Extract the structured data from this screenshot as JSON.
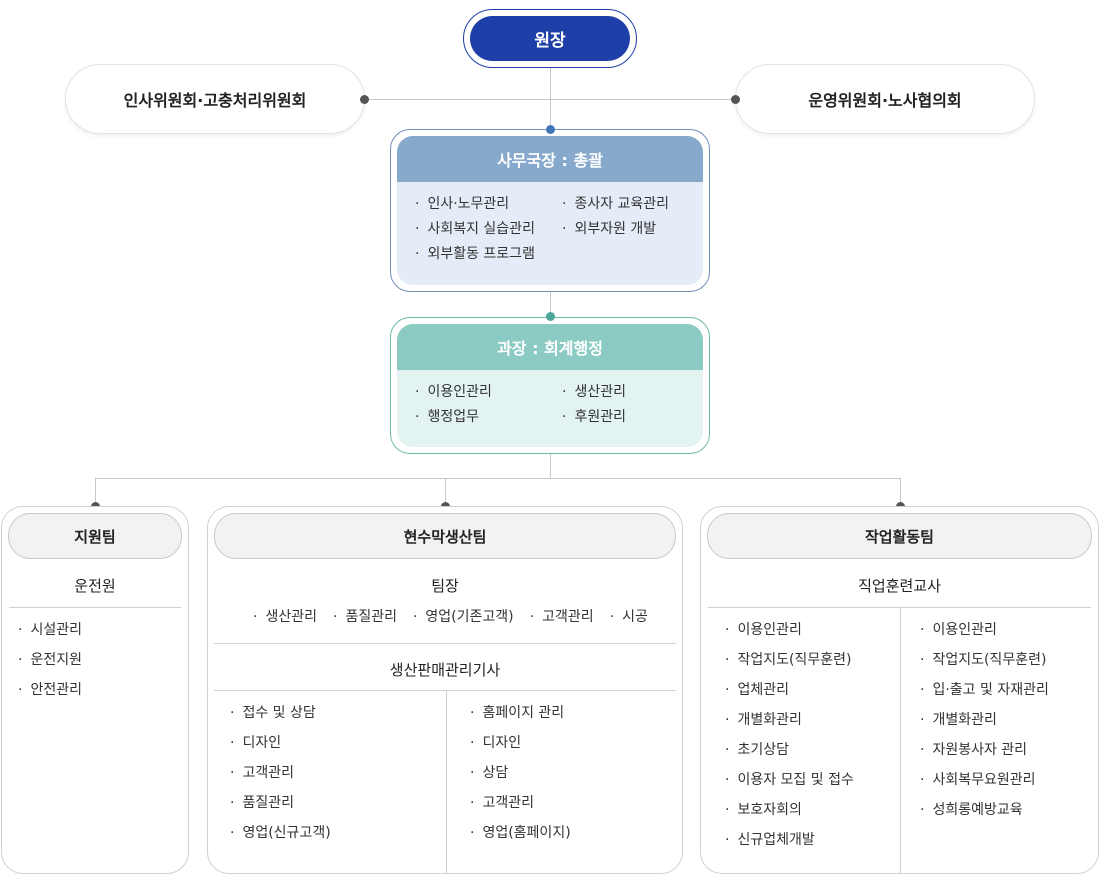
{
  "director": "원장",
  "left_committee": "인사위원회·고충처리위원회",
  "right_committee": "운영위원회·노사협의회",
  "secretary": {
    "title": "사무국장 : 총괄",
    "col1": [
      "인사·노무관리",
      "사회복지 실습관리",
      "외부활동 프로그램"
    ],
    "col2": [
      "종사자 교육관리",
      "외부자원 개발"
    ],
    "colors": {
      "border": "#6f8fb8",
      "head": "#87a9cb",
      "body": "#e4edf7",
      "dot": "#3f76b8"
    }
  },
  "manager": {
    "title": "과장 : 회계행정",
    "col1": [
      "이용인관리",
      "행정업무"
    ],
    "col2": [
      "생산관리",
      "후원관리"
    ],
    "colors": {
      "border": "#6cb9ad",
      "head": "#8ccbc3",
      "body": "#e2f3f2",
      "dot": "#4fa79c"
    }
  },
  "support_team": {
    "title": "지원팀",
    "role": "운전원",
    "items": [
      "시설관리",
      "운전지원",
      "안전관리"
    ]
  },
  "production_team": {
    "title": "현수막생산팀",
    "leader": "팀장",
    "leader_items": [
      "생산관리",
      "품질관리",
      "영업(기존고객)",
      "고객관리",
      "시공"
    ],
    "technician": "생산판매관리기사",
    "col1": [
      "접수 및 상담",
      "디자인",
      "고객관리",
      "품질관리",
      "영업(신규고객)"
    ],
    "col2": [
      "홈페이지 관리",
      "디자인",
      "상담",
      "고객관리",
      "영업(홈페이지)"
    ]
  },
  "work_team": {
    "title": "작업활동팀",
    "role": "직업훈련교사",
    "col1": [
      "이용인관리",
      "작업지도(직무훈련)",
      "업체관리",
      "개별화관리",
      "초기상담",
      "이용자 모집 및 접수",
      "보호자회의",
      "신규업체개발"
    ],
    "col2": [
      "이용인관리",
      "작업지도(직무훈련)",
      "입·출고 및 자재관리",
      "개별화관리",
      "자원봉사자 관리",
      "사회복무요원관리",
      "성희롱예방교육"
    ]
  },
  "colors": {
    "director": "#1e3fa7",
    "line": "#c8c8c8",
    "dot": "#555555"
  }
}
